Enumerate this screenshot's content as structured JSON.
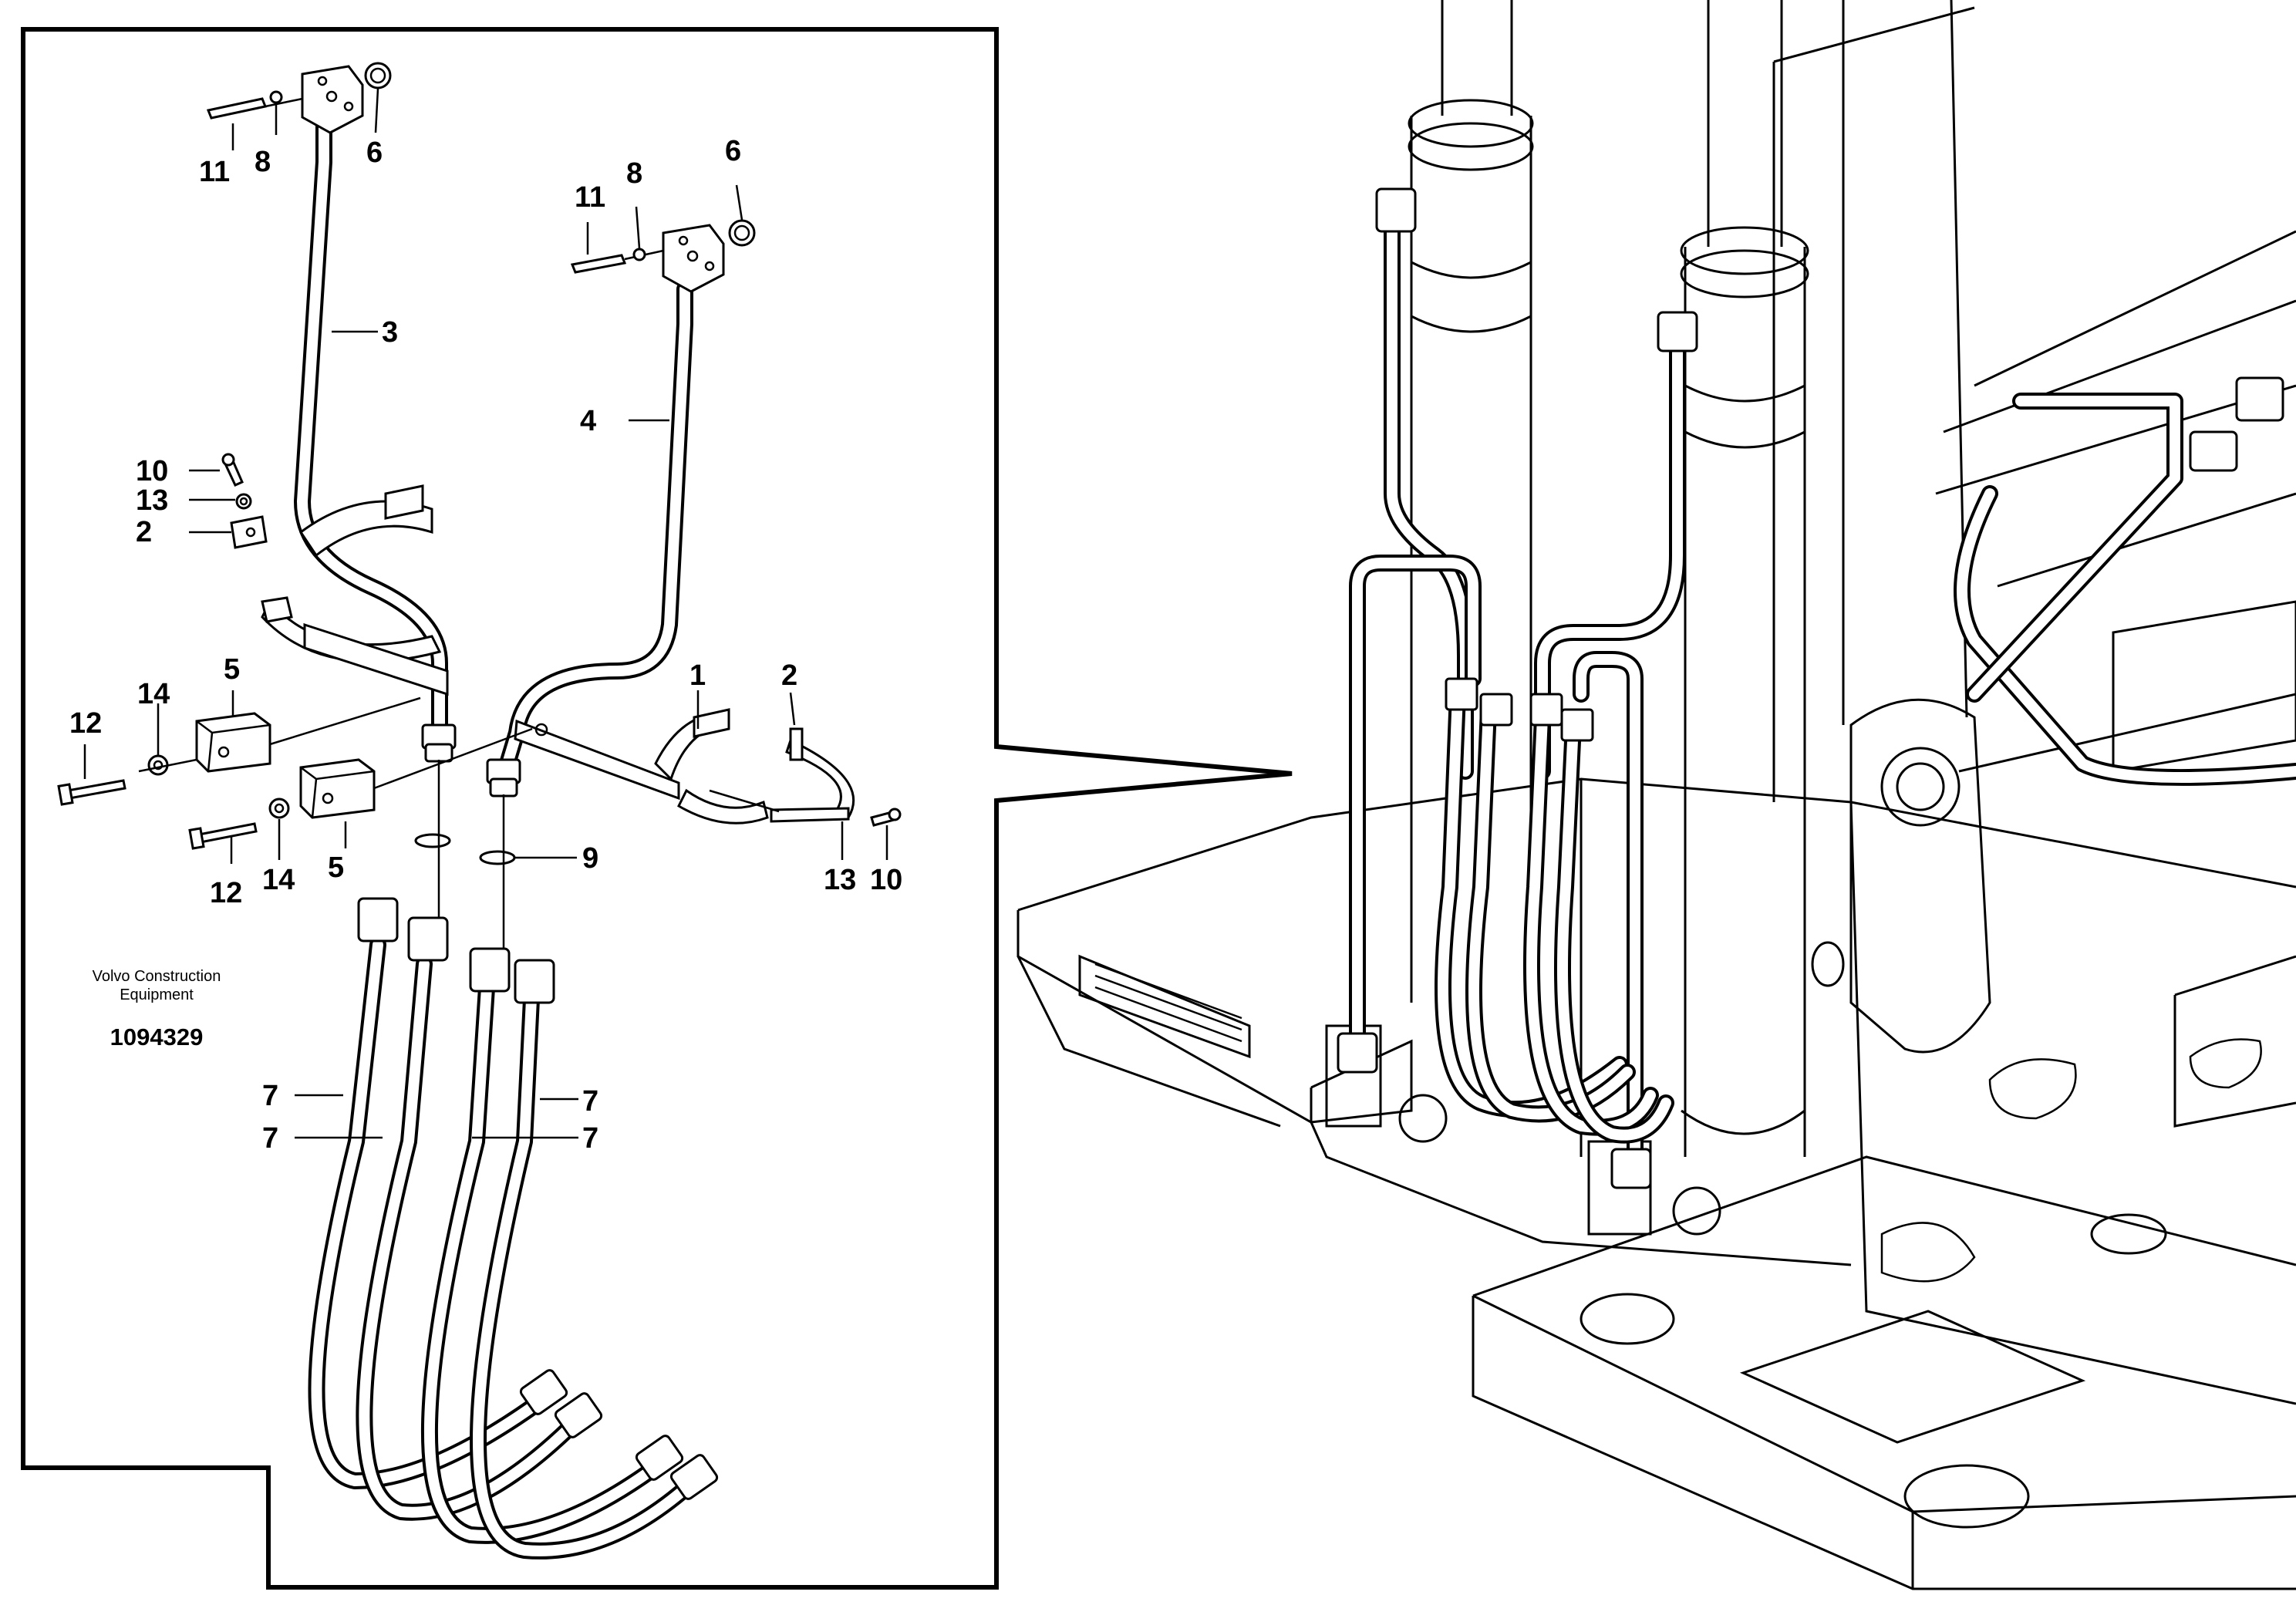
{
  "caption": {
    "company_line1": "Volvo Construction",
    "company_line2": "Equipment",
    "drawing_number": "1094329"
  },
  "part_labels": {
    "l1": "1",
    "l2a": "2",
    "l2b": "2",
    "l3": "3",
    "l4": "4",
    "l5a": "5",
    "l5b": "5",
    "l6a": "6",
    "l6b": "6",
    "l7a": "7",
    "l7b": "7",
    "l7c": "7",
    "l7d": "7",
    "l8a": "8",
    "l8b": "8",
    "l9": "9",
    "l10a": "10",
    "l10b": "10",
    "l11a": "11",
    "l11b": "11",
    "l12a": "12",
    "l12b": "12",
    "l13a": "13",
    "l13b": "13",
    "l14a": "14",
    "l14b": "14"
  }
}
